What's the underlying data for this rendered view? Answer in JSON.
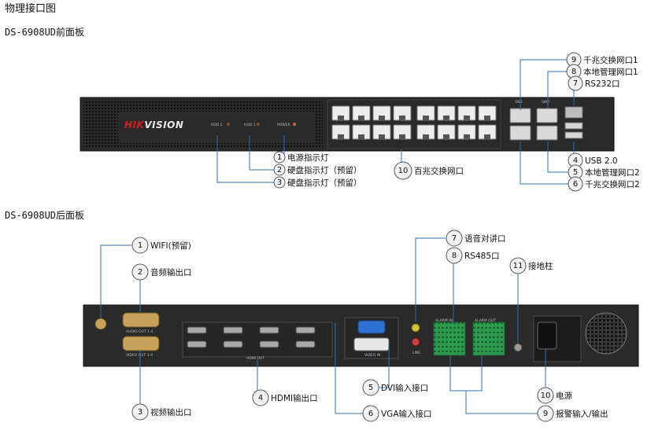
{
  "heading": "物理接口图",
  "front_title": "DS-6908UD前面板",
  "rear_title": "DS-6908UD后面板",
  "front_panel": {
    "logo_prefix": "HIK",
    "logo_suffix": "VISION",
    "led_labels": [
      "HDD 2",
      "HDD 1",
      "POWER"
    ],
    "port_labels": [
      "SW1",
      "SW2"
    ],
    "callouts": [
      {
        "num": "9",
        "text": "千兆交换网口1"
      },
      {
        "num": "8",
        "text": "本地管理网口1"
      },
      {
        "num": "7",
        "text": "RS232口"
      },
      {
        "num": "1",
        "text": "电源指示灯"
      },
      {
        "num": "2",
        "text": "硬盘指示灯（预留）"
      },
      {
        "num": "3",
        "text": "硬盘指示灯（预留）"
      },
      {
        "num": "10",
        "text": "百兆交换网口"
      },
      {
        "num": "4",
        "text": "USB 2.0"
      },
      {
        "num": "5",
        "text": "本地管理网口2"
      },
      {
        "num": "6",
        "text": "千兆交换网口2"
      }
    ]
  },
  "rear_panel": {
    "silk_labels": [
      "AUDIO OUT 1-4",
      "VIDEO OUT 1-4",
      "HDMI OUT",
      "VIDEO IN",
      "LINE",
      "ALARM IN",
      "ALARM OUT"
    ],
    "callouts": [
      {
        "num": "1",
        "text": "WIFI(预留)"
      },
      {
        "num": "2",
        "text": "音频输出口"
      },
      {
        "num": "3",
        "text": "视频输出口"
      },
      {
        "num": "4",
        "text": "HDMI输出口"
      },
      {
        "num": "5",
        "text": "DVI输入接口"
      },
      {
        "num": "6",
        "text": "VGA输入接口"
      },
      {
        "num": "7",
        "text": "语音对讲口"
      },
      {
        "num": "8",
        "text": "RS485口"
      },
      {
        "num": "11",
        "text": "接地柱"
      },
      {
        "num": "10",
        "text": "电源"
      },
      {
        "num": "9",
        "text": "报警输入/输出"
      }
    ]
  },
  "colors": {
    "chassis": "#2a2a2a",
    "leader_line": "#2f6fb3",
    "callout_fill": "#f2f2f2",
    "terminal_green": "#2e9c4e",
    "logo_red": "#d31d25"
  }
}
